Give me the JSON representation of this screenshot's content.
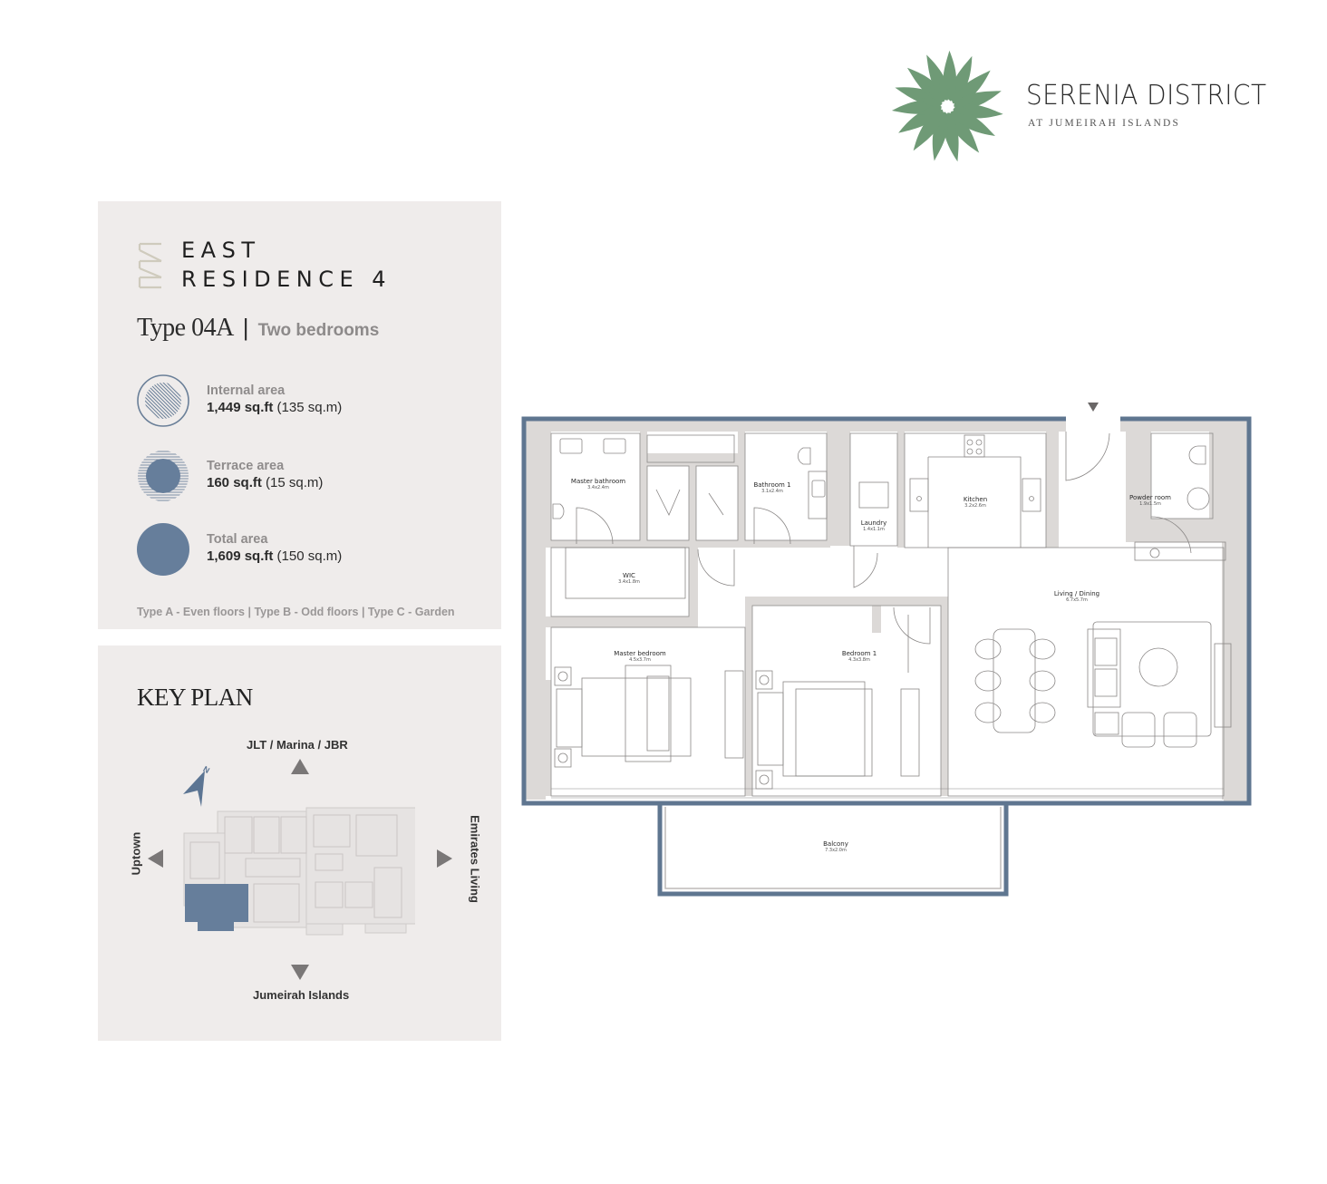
{
  "brand": {
    "name": "SERENIA DISTRICT",
    "subtitle": "AT JUMEIRAH ISLANDS",
    "logo_icon": "leaf-spiral-icon",
    "logo_color": "#6f9a76"
  },
  "residence": {
    "line1": "EAST",
    "line2": "RESIDENCE 4",
    "icon": "building-stack-icon"
  },
  "unit": {
    "type": "Type 04A",
    "separator": "|",
    "bedrooms": "Two bedrooms"
  },
  "areas": [
    {
      "label": "Internal area",
      "sqft": "1,449 sq.ft",
      "sqm": "(135 sq.m)",
      "icon": "internal-area-icon"
    },
    {
      "label": "Terrace area",
      "sqft": "160 sq.ft",
      "sqm": "(15 sq.m)",
      "icon": "terrace-area-icon"
    },
    {
      "label": "Total area",
      "sqft": "1,609 sq.ft",
      "sqm": "(150 sq.m)",
      "icon": "total-area-icon"
    }
  ],
  "types_note": "Type A - Even floors | Type B - Odd floors | Type C - Garden",
  "key_plan": {
    "title": "KEY PLAN",
    "north": "JLT / Marina / JBR",
    "south": "Jumeirah Islands",
    "west": "Uptown",
    "east": "Emirates Living",
    "compass_label": "N",
    "highlight_color": "#667e9b"
  },
  "floor_plan": {
    "wall_color": "#5f7690",
    "rooms": [
      {
        "name": "Master bathroom",
        "dim": "3.4x2.4m"
      },
      {
        "name": "Bathroom 1",
        "dim": "3.1x2.4m"
      },
      {
        "name": "Laundry",
        "dim": "1.4x1.1m"
      },
      {
        "name": "Kitchen",
        "dim": "3.2x2.6m"
      },
      {
        "name": "Powder room",
        "dim": "1.9x1.5m"
      },
      {
        "name": "WIC",
        "dim": "3.4x1.8m"
      },
      {
        "name": "Living / Dining",
        "dim": "6.7x5.7m"
      },
      {
        "name": "Master bedroom",
        "dim": "4.5x3.7m"
      },
      {
        "name": "Bedroom 1",
        "dim": "4.3x3.8m"
      },
      {
        "name": "Balcony",
        "dim": "7.3x2.0m"
      }
    ]
  },
  "colors": {
    "panel_bg": "#efeceb",
    "accent_blue": "#667e9b",
    "muted_text": "#8f8c8c"
  }
}
